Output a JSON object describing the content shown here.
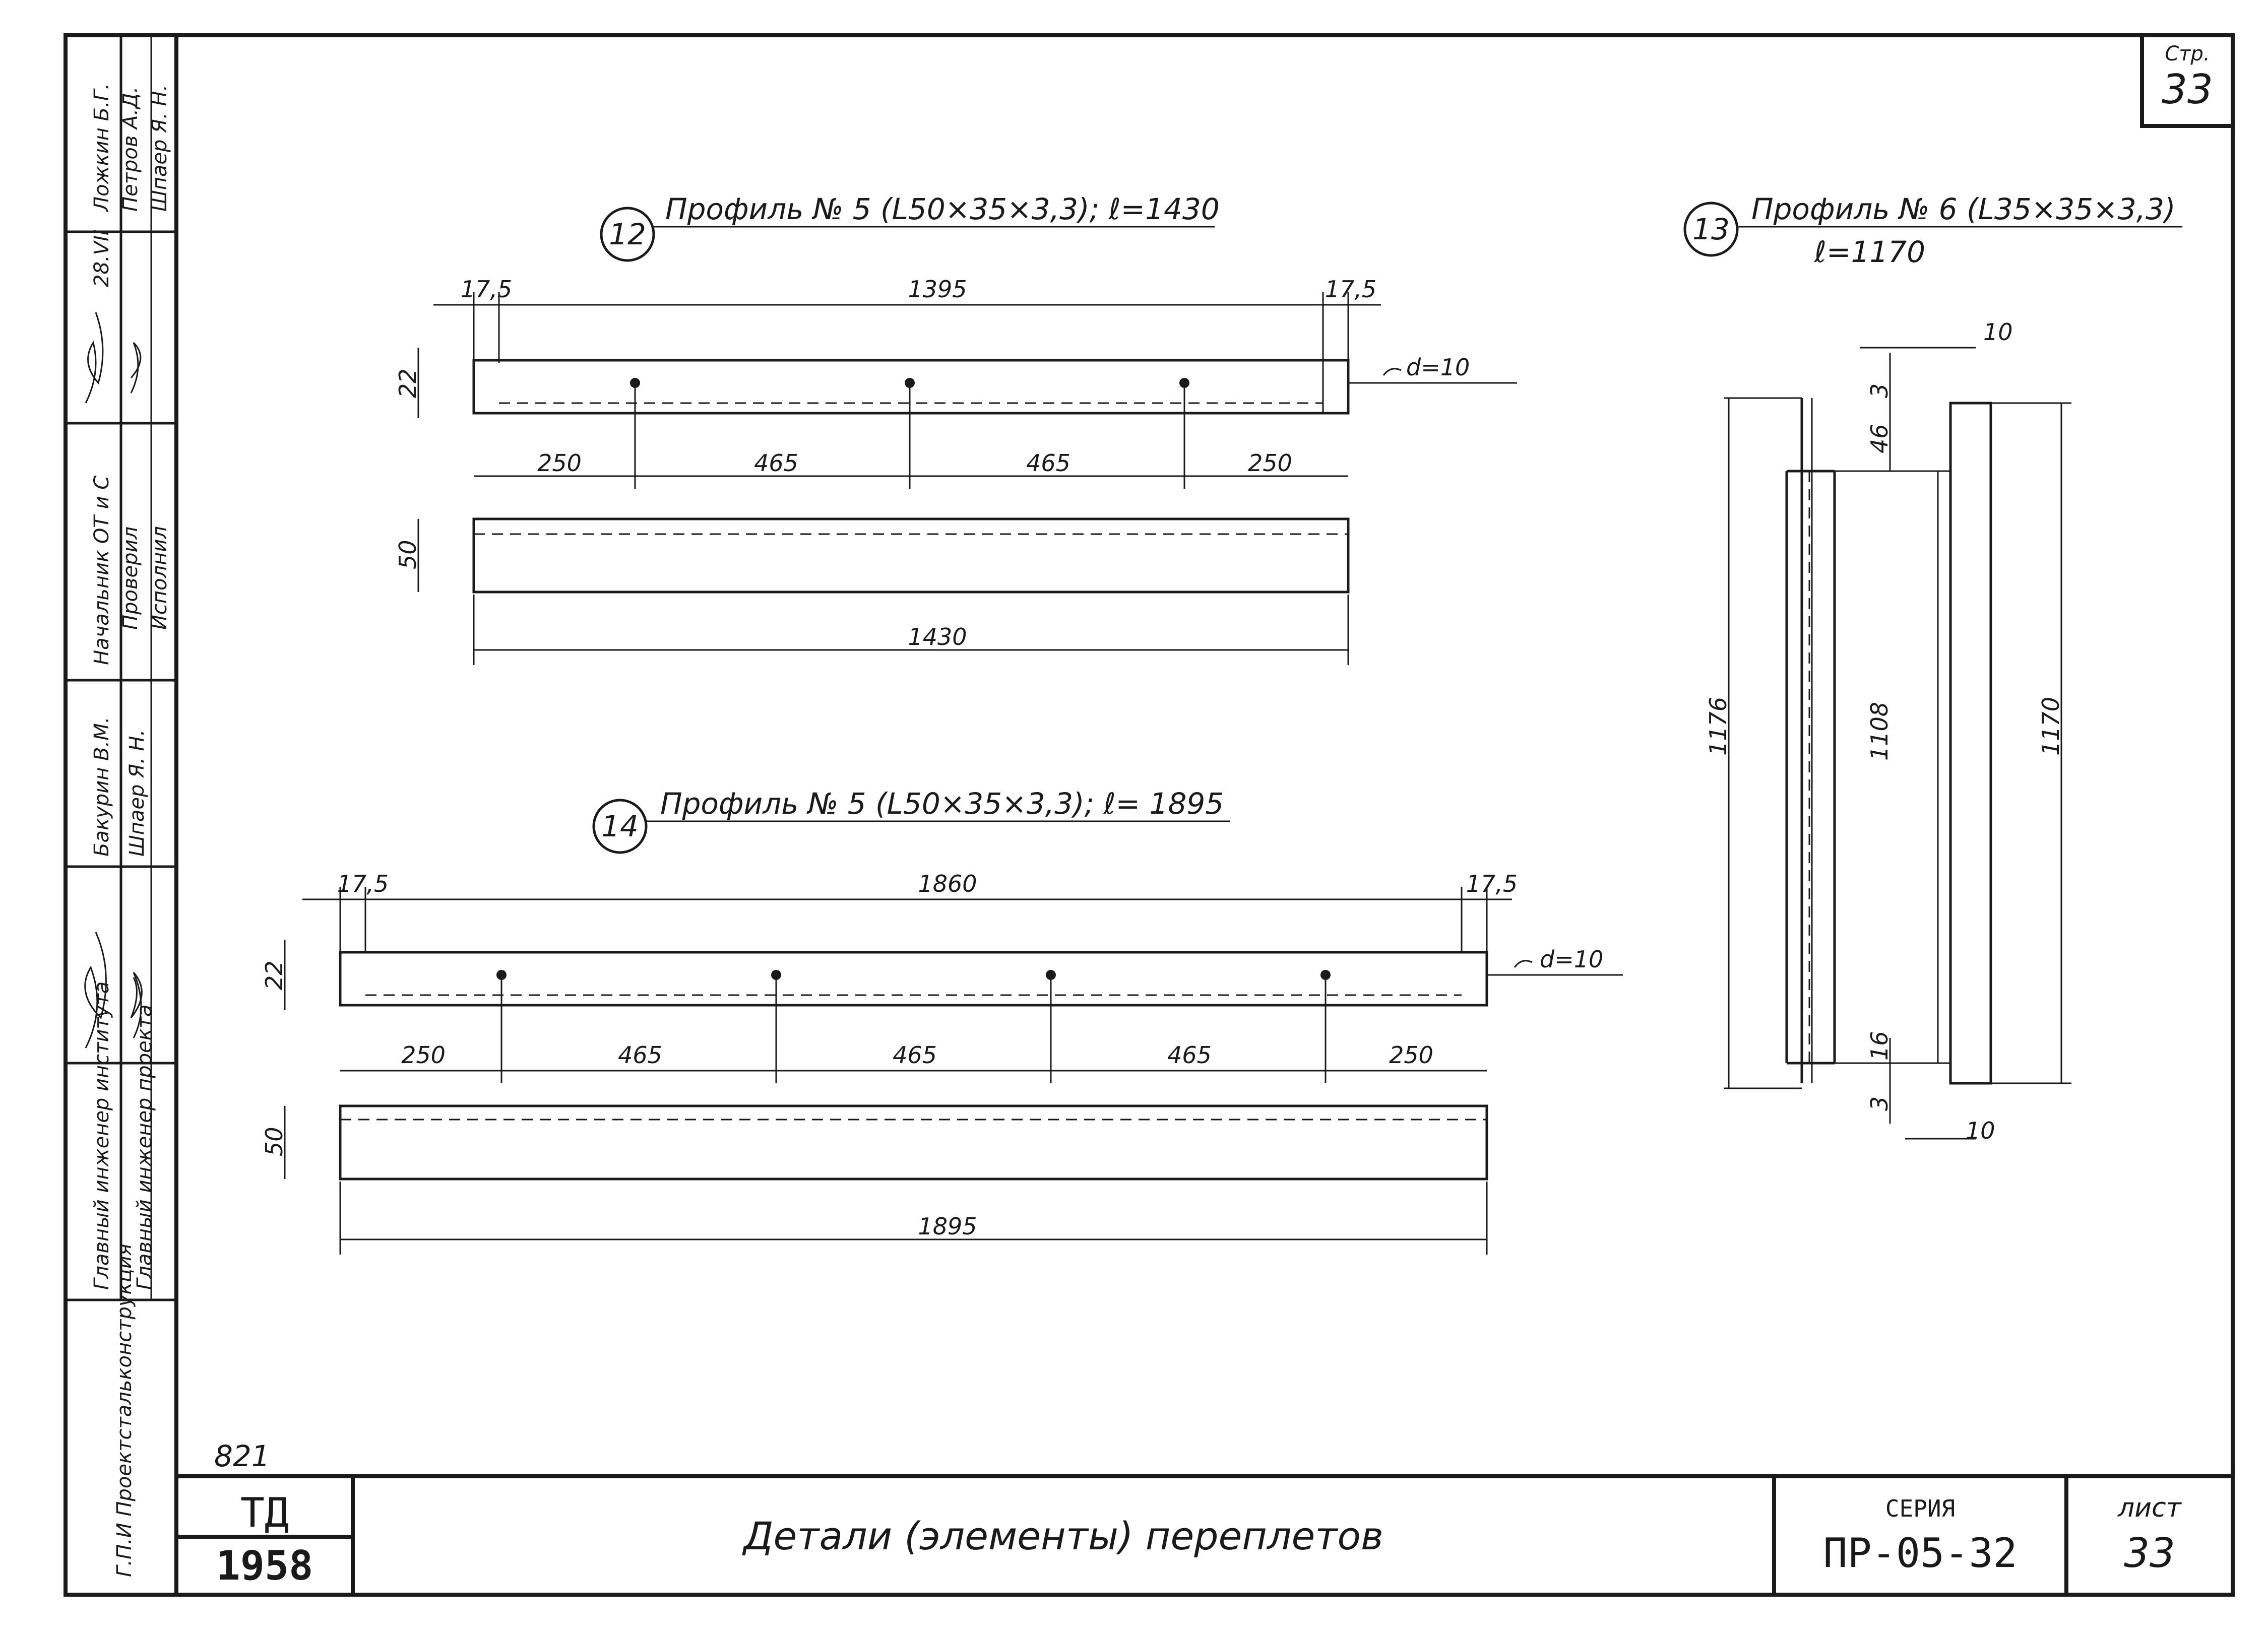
{
  "page_number": {
    "label": "Стр.",
    "value": "33"
  },
  "detail_12": {
    "number": "12",
    "title": "Профиль № 5 (L50×35×3,3); ℓ=1430",
    "dims": {
      "edge_left": "17,5",
      "between": "1395",
      "edge_right": "17,5",
      "hole": "d=10",
      "height": "22",
      "spacing": [
        "250",
        "465",
        "465",
        "250"
      ],
      "width": "50",
      "total": "1430"
    }
  },
  "detail_14": {
    "number": "14",
    "title": "Профиль № 5 (L50×35×3,3); ℓ= 1895",
    "dims": {
      "edge_left": "17,5",
      "between": "1860",
      "edge_right": "17,5",
      "hole": "d=10",
      "height": "22",
      "spacing": [
        "250",
        "465",
        "465",
        "465",
        "250"
      ],
      "width": "50",
      "total": "1895"
    }
  },
  "detail_13": {
    "number": "13",
    "title": "Профиль № 6 (L35×35×3,3)",
    "length": "ℓ=1170",
    "dims": {
      "top_width": "10",
      "top_offset": "3",
      "top_step": "46",
      "overall": "1176",
      "inner": "1108",
      "outer": "1170",
      "bottom_step": "16",
      "bottom_offset": "3",
      "bottom_width": "10"
    }
  },
  "signatures": {
    "col_a": [
      "Ложкин Б.Г.",
      "Начальник ОТ и С",
      "Бакурин В.М.",
      "Главный инженер института",
      "Г.П.И Проектстальконструкция"
    ],
    "col_b": [
      "Петров А.Д.",
      "Шпаер Я. Н.",
      "Проверил",
      "Исполнил",
      "Шпаер Я. Н.",
      "Главный инженер проекта"
    ],
    "date": "28.VII"
  },
  "title_block": {
    "stamp_number": "821",
    "stamp_letters": "ТД",
    "year": "1958",
    "title": "Детали (элементы) переплетов",
    "series_label": "СЕРИЯ",
    "series_value": "ПР-05-32",
    "sheet_label": "лист",
    "sheet_value": "33"
  }
}
